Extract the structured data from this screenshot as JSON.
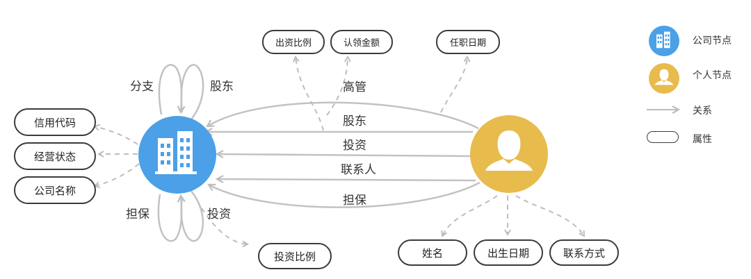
{
  "colors": {
    "company": "#4ba0e8",
    "person": "#e8bb4d",
    "edge": "#c2c2c2",
    "dash": "#bdbdbd",
    "pill_border": "#3a3a3a"
  },
  "company_node": {
    "icon": "building-icon",
    "attributes": [
      "信用代码",
      "经营状态",
      "公司名称"
    ],
    "self_edges": {
      "top_left": "分支",
      "top_right": "股东",
      "bottom_left": "担保",
      "bottom_right": "投资"
    },
    "invest_attribute": "投资比例"
  },
  "person_node": {
    "icon": "person-icon",
    "attributes": [
      "姓名",
      "出生日期",
      "联系方式"
    ]
  },
  "edges": [
    "高管",
    "股东",
    "投资",
    "联系人",
    "担保"
  ],
  "edge_attributes": [
    "出资比例",
    "认领金额",
    "任职日期"
  ],
  "legend": {
    "company": "公司节点",
    "person": "个人节点",
    "relation": "关系",
    "attribute": "属性"
  }
}
